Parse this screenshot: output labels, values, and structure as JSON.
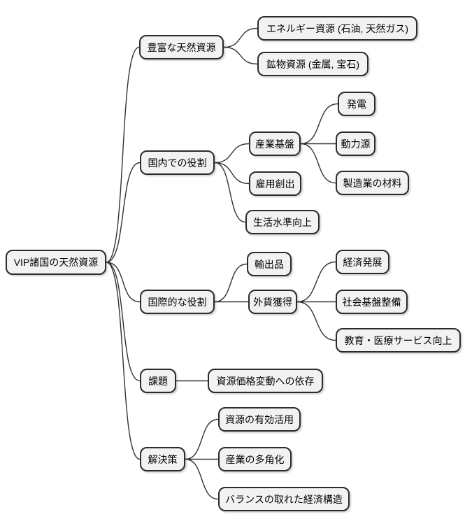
{
  "mindmap": {
    "root": {
      "label": "VIP諸国の天然資源",
      "children": [
        {
          "label": "豊富な天然資源",
          "children": [
            {
              "label": "エネルギー資源 (石油, 天然ガス)"
            },
            {
              "label": "鉱物資源 (金属, 宝石)"
            }
          ]
        },
        {
          "label": "国内での役割",
          "children": [
            {
              "label": "産業基盤",
              "children": [
                {
                  "label": "発電"
                },
                {
                  "label": "動力源"
                },
                {
                  "label": "製造業の材料"
                }
              ]
            },
            {
              "label": "雇用創出"
            },
            {
              "label": "生活水準向上"
            }
          ]
        },
        {
          "label": "国際的な役割",
          "children": [
            {
              "label": "輸出品"
            },
            {
              "label": "外貨獲得",
              "children": [
                {
                  "label": "経済発展"
                },
                {
                  "label": "社会基盤整備"
                },
                {
                  "label": "教育・医療サービス向上"
                }
              ]
            }
          ]
        },
        {
          "label": "課題",
          "children": [
            {
              "label": "資源価格変動への依存"
            }
          ]
        },
        {
          "label": "解決策",
          "children": [
            {
              "label": "資源の有効活用"
            },
            {
              "label": "産業の多角化"
            },
            {
              "label": "バランスの取れた経済構造"
            }
          ]
        }
      ]
    },
    "colors": {
      "background": "#ffffff",
      "node_fill": "#f2f2f2",
      "node_border": "#2b2b2b",
      "edge": "#333333",
      "text": "#000000"
    }
  }
}
